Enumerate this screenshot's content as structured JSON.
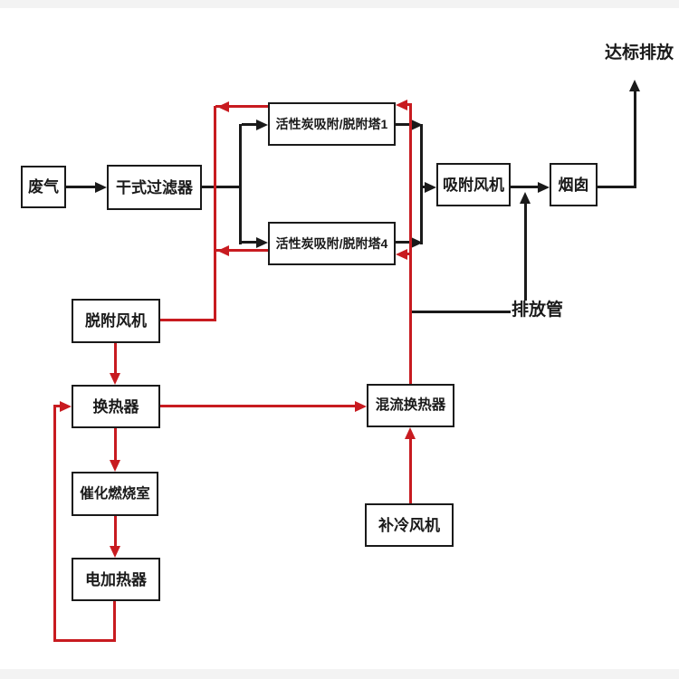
{
  "diagram": {
    "type": "flowchart",
    "language": "zh-CN",
    "nodes": [
      {
        "id": "waste-gas",
        "label": "废气"
      },
      {
        "id": "dry-filter",
        "label": "干式过滤器"
      },
      {
        "id": "carbon-tower-1",
        "label": "活性炭吸附/脱附塔1"
      },
      {
        "id": "carbon-tower-4",
        "label": "活性炭吸附/脱附塔4"
      },
      {
        "id": "adsorption-fan",
        "label": "吸附风机"
      },
      {
        "id": "chimney",
        "label": "烟囱"
      },
      {
        "id": "desorption-fan",
        "label": "脱附风机"
      },
      {
        "id": "heat-exchanger",
        "label": "换热器"
      },
      {
        "id": "catalytic-combustion-chamber",
        "label": "催化燃烧室"
      },
      {
        "id": "electric-heater",
        "label": "电加热器"
      },
      {
        "id": "mixed-flow-heat-exchanger",
        "label": "混流换热器"
      },
      {
        "id": "cooling-air-fan",
        "label": "补冷风机"
      }
    ],
    "annotations": [
      {
        "id": "compliant-discharge",
        "label": "达标排放"
      },
      {
        "id": "discharge-pipe",
        "label": "排放管"
      }
    ],
    "colors": {
      "main_flow_line": "#1a1a1a",
      "regeneration_flow_line": "#c81b20",
      "background": "#ffffff"
    },
    "edges": [
      {
        "from": "废气",
        "to": "干式过滤器",
        "color": "black"
      },
      {
        "from": "干式过滤器",
        "to": "活性炭吸附/脱附塔1",
        "color": "black"
      },
      {
        "from": "干式过滤器",
        "to": "活性炭吸附/脱附塔4",
        "color": "black"
      },
      {
        "from": "活性炭吸附/脱附塔1",
        "to": "吸附风机",
        "color": "black"
      },
      {
        "from": "活性炭吸附/脱附塔4",
        "to": "吸附风机",
        "color": "black"
      },
      {
        "from": "吸附风机",
        "to": "烟囱",
        "color": "black"
      },
      {
        "from": "烟囱",
        "to": "达标排放",
        "color": "black"
      },
      {
        "from": "排放管",
        "to": "吸附风机-烟囱管道",
        "color": "black"
      },
      {
        "from": "活性炭吸附/脱附塔1",
        "to": "脱附风机",
        "color": "red"
      },
      {
        "from": "活性炭吸附/脱附塔4",
        "to": "脱附风机",
        "color": "red"
      },
      {
        "from": "脱附风机",
        "to": "换热器",
        "color": "red"
      },
      {
        "from": "换热器",
        "to": "催化燃烧室",
        "color": "red"
      },
      {
        "from": "催化燃烧室",
        "to": "电加热器",
        "color": "red"
      },
      {
        "from": "电加热器",
        "to": "换热器",
        "color": "red"
      },
      {
        "from": "换热器",
        "to": "混流换热器",
        "color": "red"
      },
      {
        "from": "补冷风机",
        "to": "混流换热器",
        "color": "red"
      },
      {
        "from": "混流换热器",
        "to": "活性炭吸附/脱附塔1",
        "color": "red"
      },
      {
        "from": "混流换热器",
        "to": "活性炭吸附/脱附塔4",
        "color": "red"
      }
    ]
  }
}
